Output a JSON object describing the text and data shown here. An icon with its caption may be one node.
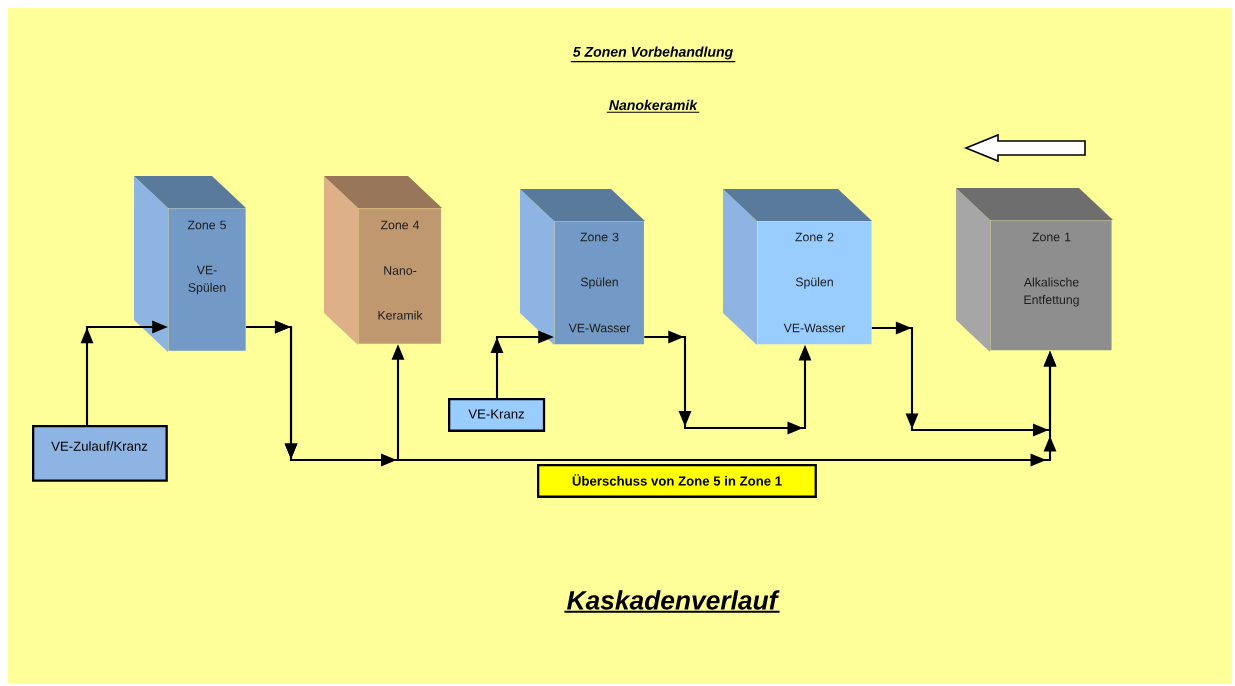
{
  "diagram": {
    "title": "5 Zonen Vorbehandlung",
    "caption": "Kaskadenverlauf",
    "nodes": [
      {
        "text": [
          "Zone 5",
          "VE- Spülen"
        ]
      },
      {
        "text": [
          "Zone 4",
          "Nano- Keramik"
        ]
      },
      {
        "text": [
          "Zone 3",
          "Spülen",
          "VE-Wasser"
        ]
      },
      {
        "text": [
          "Zone 2",
          "Spülen",
          "VE-Wasser"
        ]
      },
      {
        "text": [
          "Zone 1",
          "Alkalische Entfettung"
        ]
      },
      {
        "text": [
          "VE-Zulauf/Kranz"
        ]
      },
      {
        "text": [
          "VE-Kranz"
        ]
      },
      {
        "text": [
          "Überschuss von Zone 5 in Zone 1"
        ]
      }
    ],
    "edges": [
      {
        "from": 5,
        "to": 0,
        "arrow": "to"
      },
      {
        "from": 0,
        "to": 1,
        "arrow": "to"
      },
      {
        "from": 0,
        "to": 4,
        "arrow": "to"
      },
      {
        "from": 6,
        "to": 2,
        "arrow": "to"
      },
      {
        "from": 2,
        "to": 3,
        "arrow": "to"
      },
      {
        "from": 3,
        "to": 4,
        "arrow": "to"
      }
    ],
    "labels": [
      "Nanokeramik"
    ]
  }
}
